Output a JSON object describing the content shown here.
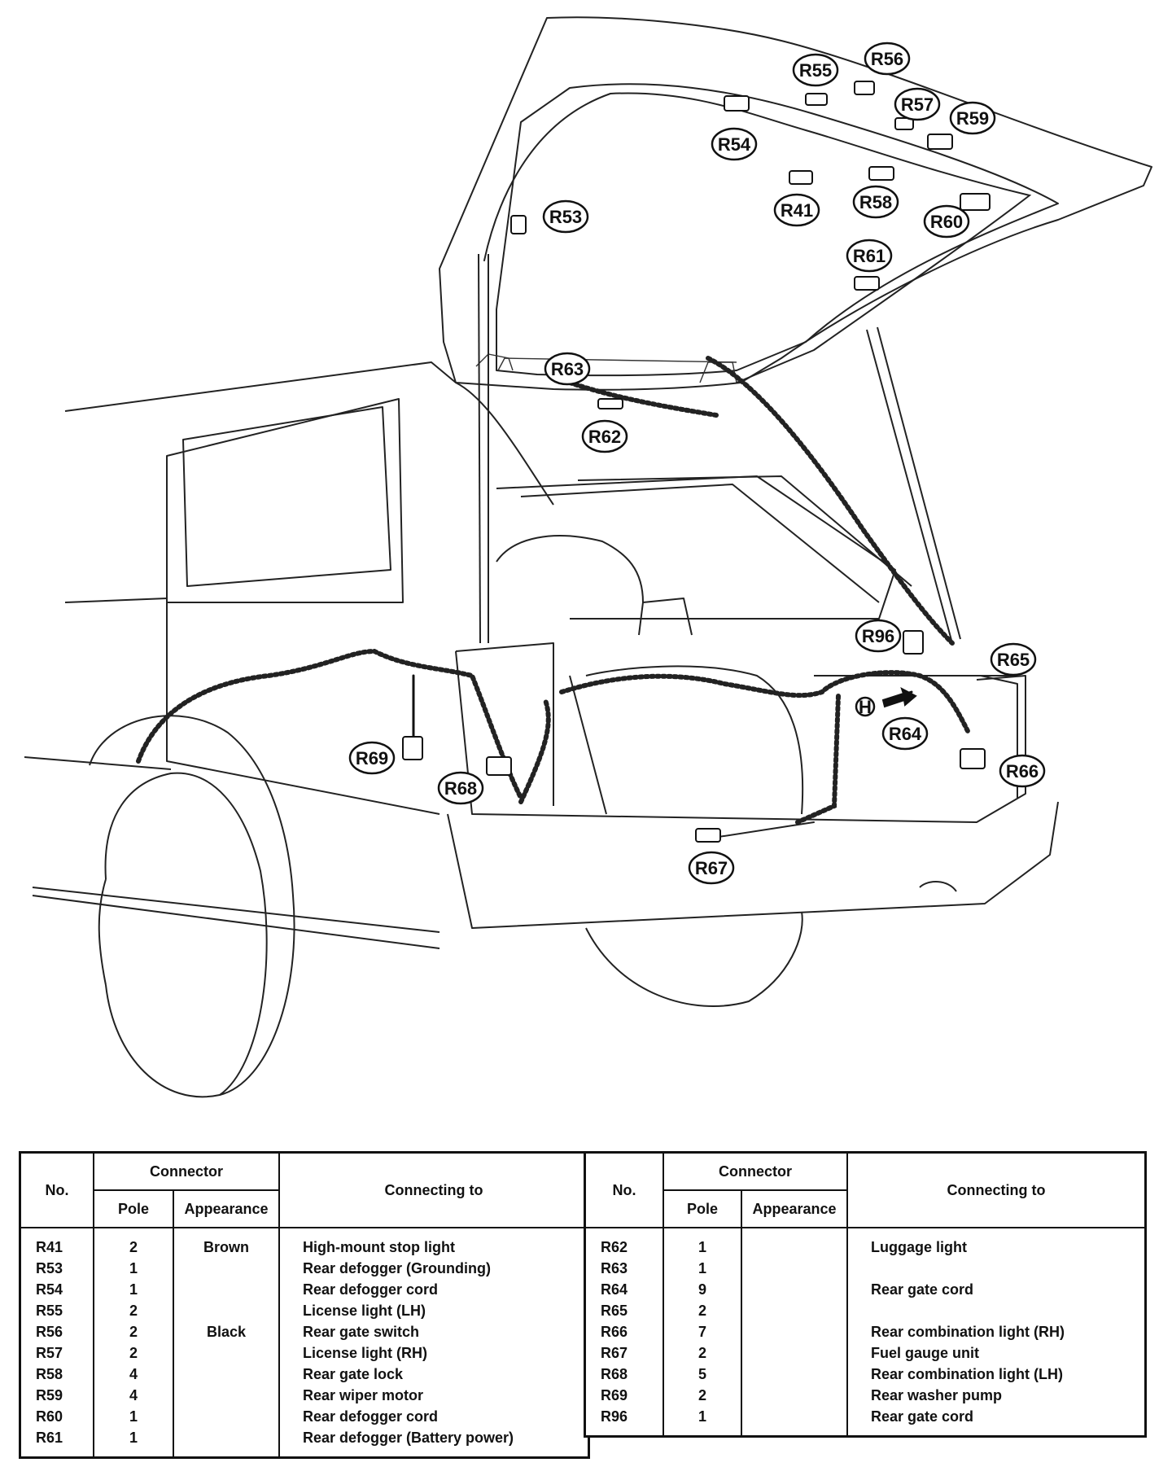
{
  "callouts": [
    {
      "id": "R55",
      "label": "R55"
    },
    {
      "id": "R56",
      "label": "R56"
    },
    {
      "id": "R57",
      "label": "R57"
    },
    {
      "id": "R59",
      "label": "R59"
    },
    {
      "id": "R54",
      "label": "R54"
    },
    {
      "id": "R41",
      "label": "R41"
    },
    {
      "id": "R58",
      "label": "R58"
    },
    {
      "id": "R60",
      "label": "R60"
    },
    {
      "id": "R53",
      "label": "R53"
    },
    {
      "id": "R61",
      "label": "R61"
    },
    {
      "id": "R63",
      "label": "R63"
    },
    {
      "id": "R62",
      "label": "R62"
    },
    {
      "id": "R96",
      "label": "R96"
    },
    {
      "id": "R65",
      "label": "R65"
    },
    {
      "id": "R64",
      "label": "R64"
    },
    {
      "id": "R66",
      "label": "R66"
    },
    {
      "id": "R69",
      "label": "R69"
    },
    {
      "id": "R68",
      "label": "R68"
    },
    {
      "id": "R67",
      "label": "R67"
    },
    {
      "id": "H",
      "label": "H"
    }
  ],
  "table_headers": {
    "no": "No.",
    "connector": "Connector",
    "pole": "Pole",
    "appearance": "Appearance",
    "connecting_to": "Connecting to"
  },
  "left_table": [
    {
      "no": "R41",
      "pole": "2",
      "appearance": "Brown",
      "to": "High-mount stop light"
    },
    {
      "no": "R53",
      "pole": "1",
      "appearance": "",
      "to": "Rear defogger (Grounding)"
    },
    {
      "no": "R54",
      "pole": "1",
      "appearance": "",
      "to": "Rear defogger cord"
    },
    {
      "no": "R55",
      "pole": "2",
      "appearance": "",
      "to": "License light (LH)"
    },
    {
      "no": "R56",
      "pole": "2",
      "appearance": "Black",
      "to": "Rear gate switch"
    },
    {
      "no": "R57",
      "pole": "2",
      "appearance": "",
      "to": "License light (RH)"
    },
    {
      "no": "R58",
      "pole": "4",
      "appearance": "",
      "to": "Rear gate lock"
    },
    {
      "no": "R59",
      "pole": "4",
      "appearance": "",
      "to": "Rear wiper motor"
    },
    {
      "no": "R60",
      "pole": "1",
      "appearance": "",
      "to": "Rear defogger cord"
    },
    {
      "no": "R61",
      "pole": "1",
      "appearance": "",
      "to": "Rear defogger (Battery power)"
    }
  ],
  "right_table": [
    {
      "no": "R62",
      "pole": "1",
      "appearance": "",
      "to": "Luggage light"
    },
    {
      "no": "R63",
      "pole": "1",
      "appearance": "",
      "to": ""
    },
    {
      "no": "R64",
      "pole": "9",
      "appearance": "",
      "to": "Rear gate cord"
    },
    {
      "no": "R65",
      "pole": "2",
      "appearance": "",
      "to": ""
    },
    {
      "no": "R66",
      "pole": "7",
      "appearance": "",
      "to": "Rear combination light (RH)"
    },
    {
      "no": "R67",
      "pole": "2",
      "appearance": "",
      "to": "Fuel gauge unit"
    },
    {
      "no": "R68",
      "pole": "5",
      "appearance": "",
      "to": "Rear combination light (LH)"
    },
    {
      "no": "R69",
      "pole": "2",
      "appearance": "",
      "to": "Rear washer pump"
    },
    {
      "no": "R96",
      "pole": "1",
      "appearance": "",
      "to": "Rear gate cord"
    }
  ]
}
